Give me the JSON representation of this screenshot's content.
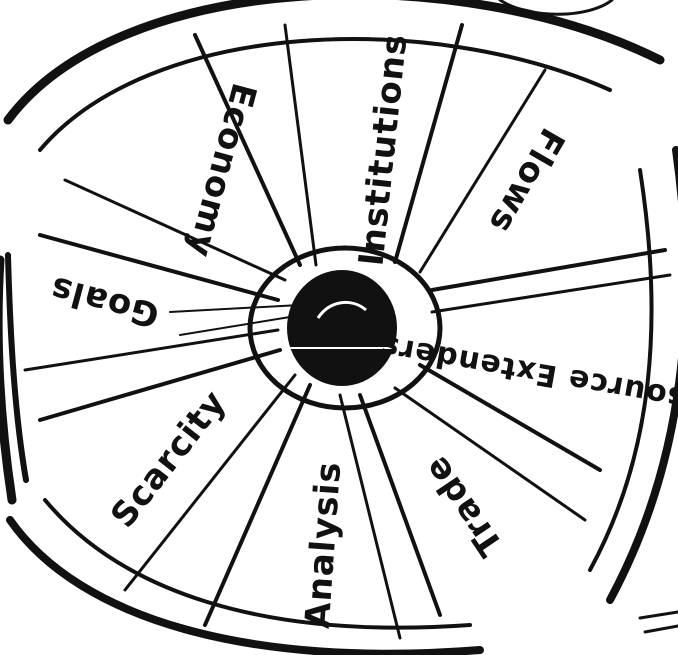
{
  "diagram": {
    "kind": "wheel",
    "ink_color": "#111111",
    "paper_color": "#ffffff",
    "segments": [
      {
        "label": "Institutions"
      },
      {
        "label": "Flows"
      },
      {
        "label": "Resource Extenders"
      },
      {
        "label": "Trade"
      },
      {
        "label": "Analysis"
      },
      {
        "label": "Scarcity"
      },
      {
        "label": "Goals"
      },
      {
        "label": "Economy"
      }
    ]
  }
}
